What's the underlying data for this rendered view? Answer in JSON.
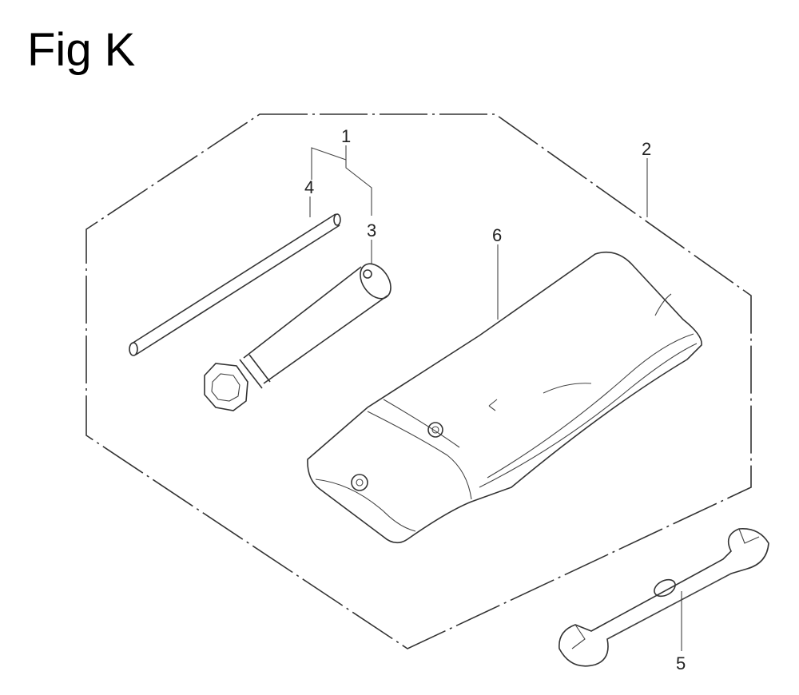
{
  "figure": {
    "title": "Fig K"
  },
  "callouts": {
    "c1": "1",
    "c2": "2",
    "c3": "3",
    "c4": "4",
    "c5": "5",
    "c6": "6"
  },
  "parts": {
    "p1": "tool-kit-assembly",
    "p2": "tool-kit-group",
    "p3": "spark-plug-socket-wrench",
    "p4": "tommy-bar",
    "p5": "open-end-wrench",
    "p6": "tool-bag"
  }
}
